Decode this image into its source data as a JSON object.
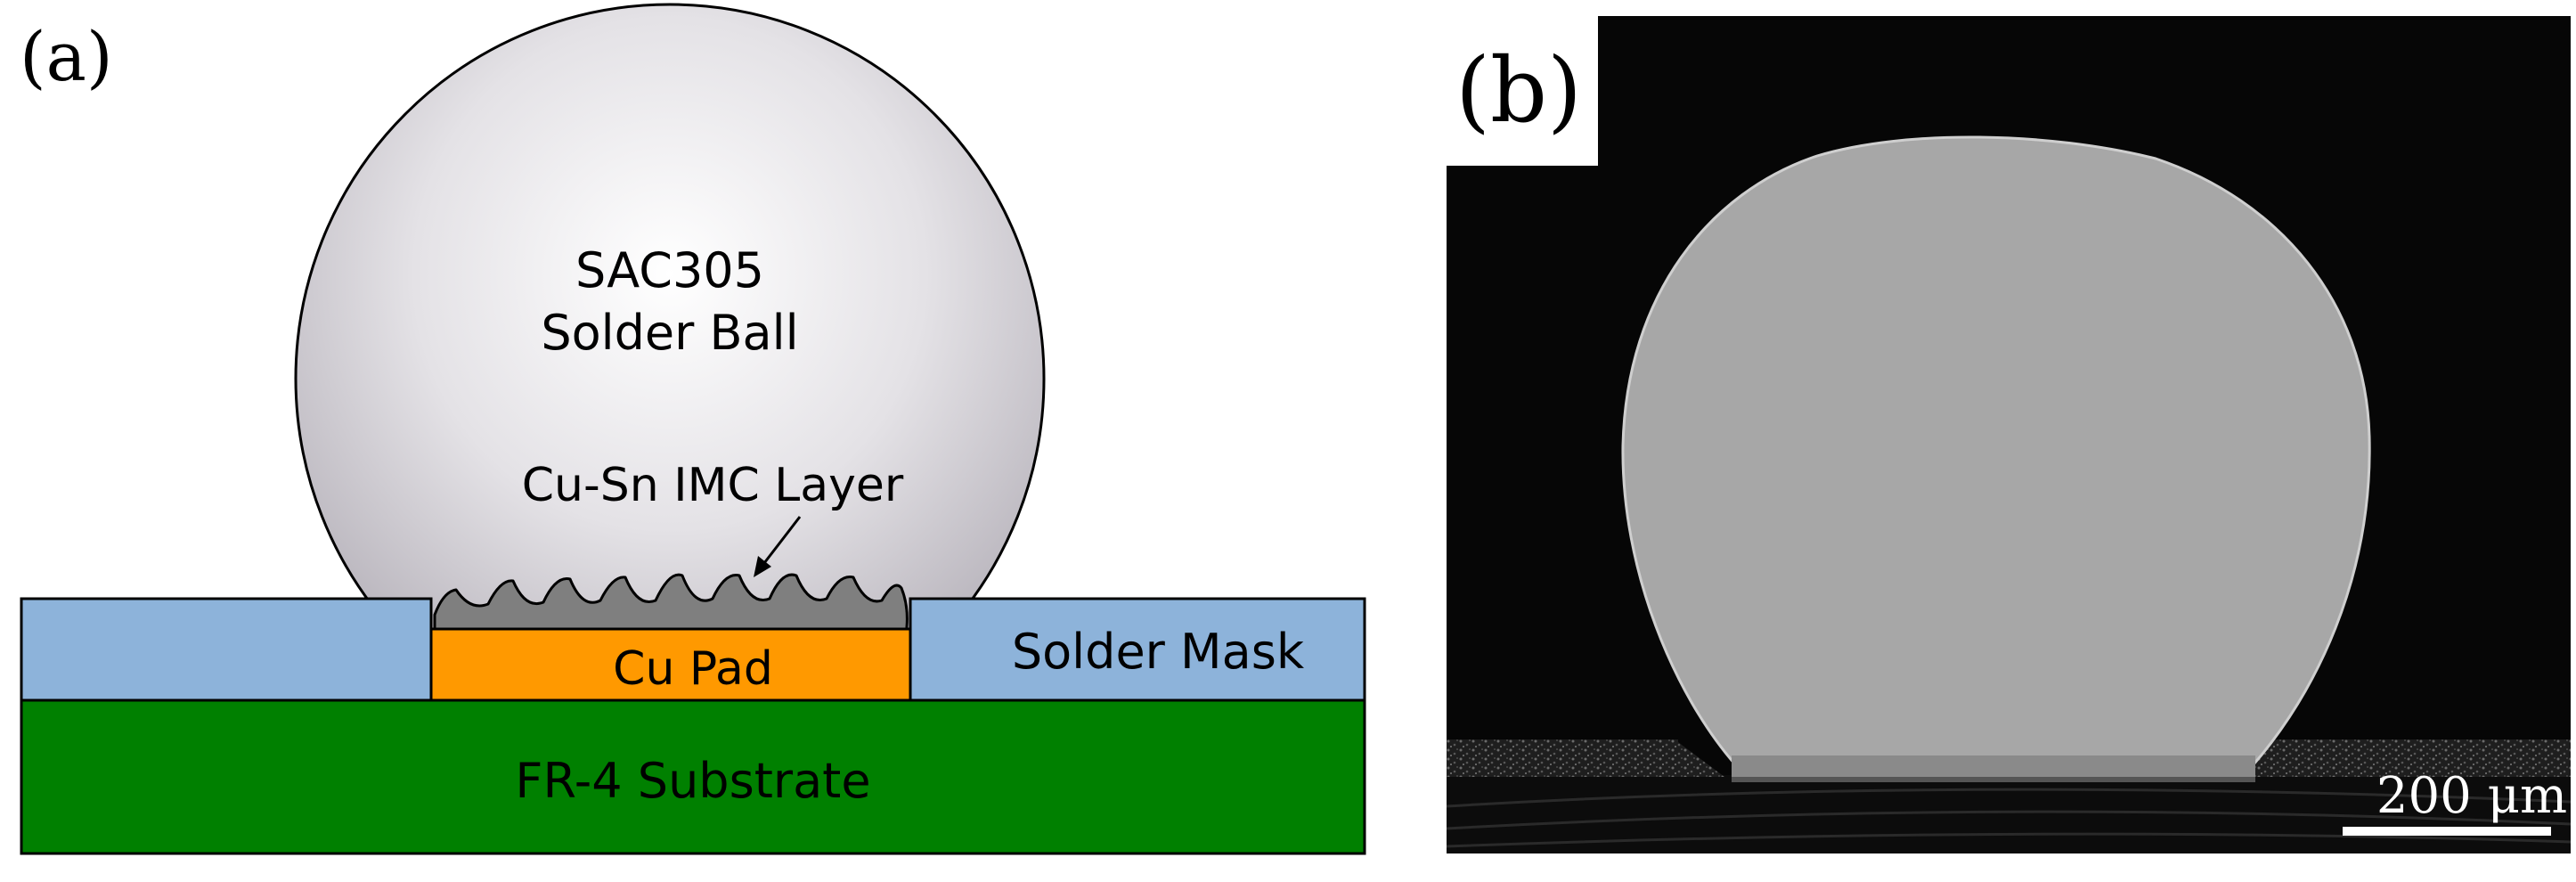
{
  "panel_a": {
    "label": "(a)",
    "solder_ball_line1": "SAC305",
    "solder_ball_line2": "Solder Ball",
    "imc_layer": "Cu-Sn IMC Layer",
    "cu_pad": "Cu Pad",
    "solder_mask": "Solder Mask",
    "substrate": "FR-4 Substrate"
  },
  "panel_b": {
    "label": "(b)",
    "scale_bar": "200 μm"
  },
  "colors": {
    "solder_mask": "#8DB3DA",
    "cu_pad": "#FF9900",
    "substrate": "#008000",
    "imc": "#7F7F7F",
    "ball_center": "#FFFFFF",
    "ball_edge": "#B8B4BC",
    "micrograph_bg": "#060606",
    "micrograph_ball": "#A7A7A7"
  }
}
